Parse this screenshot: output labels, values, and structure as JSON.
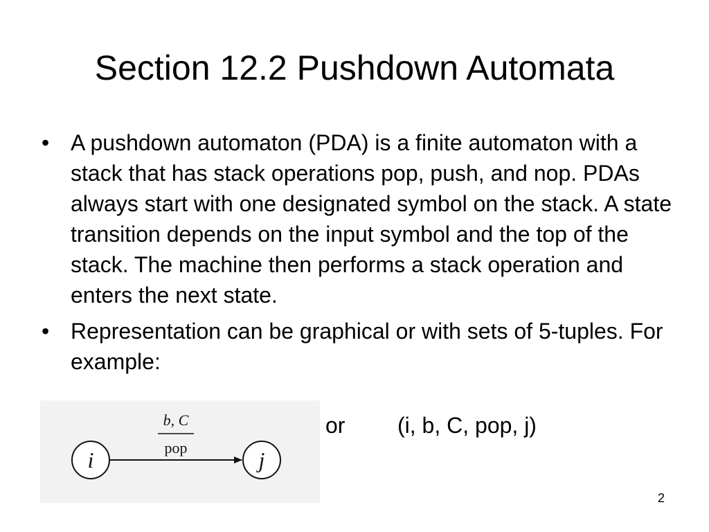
{
  "slide": {
    "title": "Section 12.2 Pushdown Automata",
    "bullets": [
      {
        "marker": "•",
        "text": "A pushdown automaton (PDA) is a finite automaton with a stack that has stack operations pop, push, and nop. PDAs always start with one designated symbol on the stack. A state transition depends on the input symbol and the top of the stack. The machine then performs a stack operation and enters the next state."
      },
      {
        "marker": "•",
        "text": "Representation can be graphical or with sets of 5-tuples. For example:"
      }
    ],
    "example": {
      "or_label": "or",
      "tuple": "(i, b, C, pop, j)"
    },
    "diagram": {
      "from_state": "i",
      "to_state": "j",
      "edge_top_label": "b, C",
      "edge_bottom_label": "pop"
    },
    "page_number": "2"
  }
}
